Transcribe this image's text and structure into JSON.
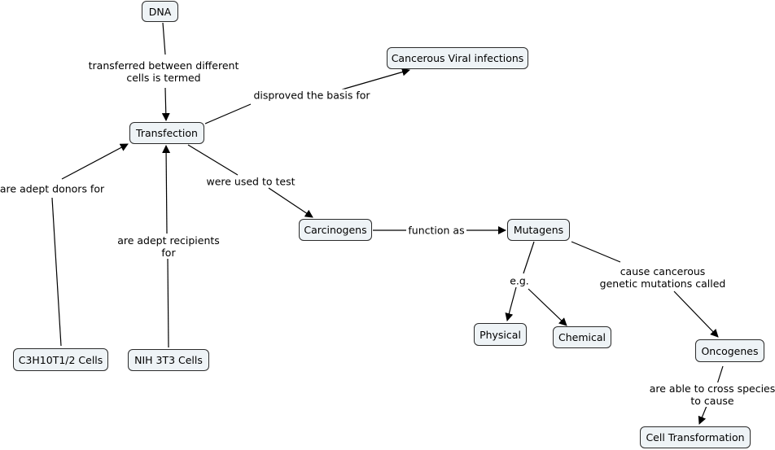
{
  "concepts": {
    "dna": "DNA",
    "cancerous_viral_infections": "Cancerous Viral infections",
    "transfection": "Transfection",
    "carcinogens": "Carcinogens",
    "mutagens": "Mutagens",
    "physical": "Physical",
    "chemical": "Chemical",
    "oncogenes": "Oncogenes",
    "cell_transformation": "Cell Transformation",
    "c3h10t12_cells": "C3H10T1/2 Cells",
    "nih3t3_cells": "NIH 3T3 Cells"
  },
  "links": {
    "dna_transfection": [
      "transferred between different",
      "cells is termed"
    ],
    "transfection_viral": [
      "disproved the basis for"
    ],
    "transfection_carcinogens": [
      "were used to test"
    ],
    "carcinogens_mutagens": [
      "function as"
    ],
    "mutagens_eg": [
      "e.g."
    ],
    "mutagens_oncogenes": [
      "cause cancerous",
      "genetic mutations called"
    ],
    "oncogenes_celltransform": [
      "are able to cross species",
      "to cause"
    ],
    "c3h_transfection": [
      "are adept donors for"
    ],
    "nih_transfection": [
      "are adept recipients",
      "for"
    ]
  },
  "colors": {
    "node_fill": "#eef3f6",
    "node_border": "#2b2b2b",
    "line": "#000000"
  }
}
